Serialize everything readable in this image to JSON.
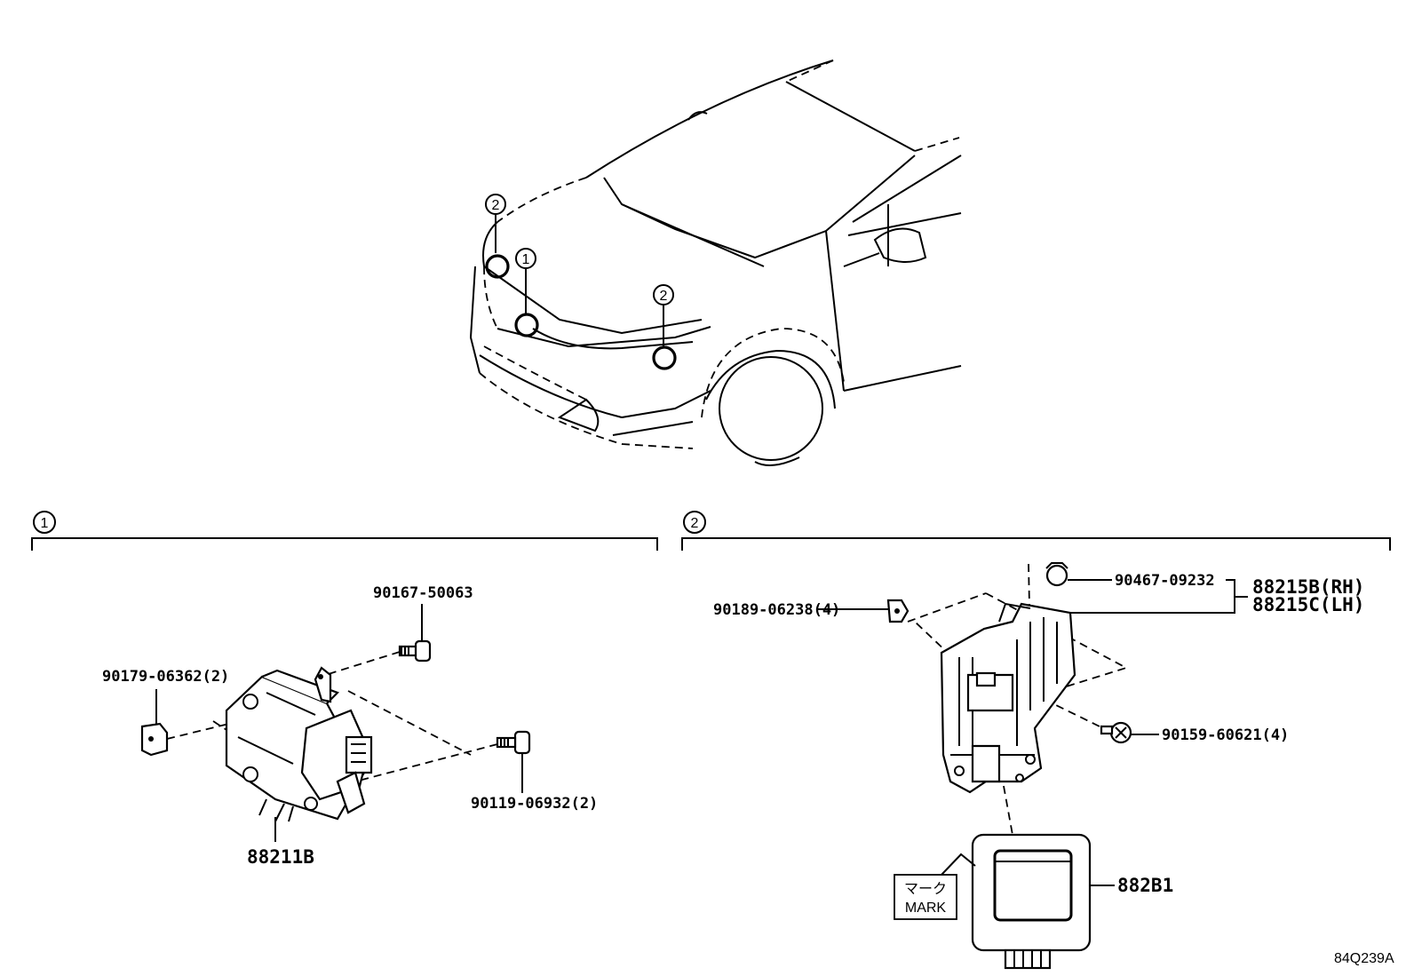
{
  "diagram_code": "84Q239A",
  "callouts": {
    "one": "1",
    "two": "2"
  },
  "section1": {
    "label": "1",
    "parts": {
      "bolt_top": "90167-50063",
      "nut": "90179-06362(2)",
      "bolt_right": "90119-06932(2)",
      "sensor": "88211B"
    }
  },
  "section2": {
    "label": "2",
    "parts": {
      "clip": "90467-09232",
      "bracket_rh": "88215B(RH)",
      "bracket_lh": "88215C(LH)",
      "nut": "90189-06238(4)",
      "screw": "90159-60621(4)",
      "radar": "882B1",
      "mark_jp": "マーク",
      "mark_en": "MARK"
    }
  }
}
